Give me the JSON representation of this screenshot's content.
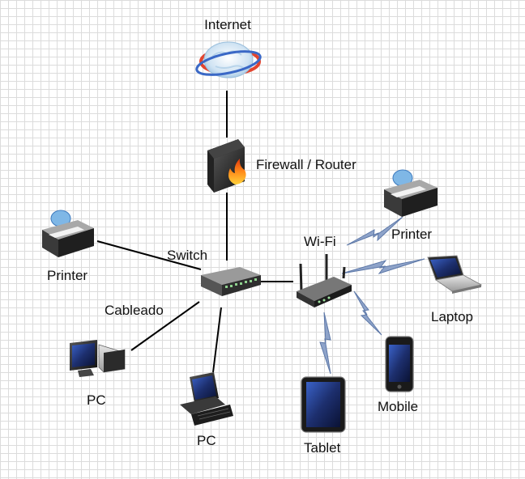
{
  "labels": {
    "internet": "Internet",
    "firewall": "Firewall / Router",
    "switch": "Switch",
    "wifi": "Wi-Fi",
    "printer_wired": "Printer",
    "printer_wireless": "Printer",
    "cableado": "Cableado",
    "laptop": "Laptop",
    "pc_left": "PC",
    "pc_bottom": "PC",
    "mobile": "Mobile",
    "tablet": "Tablet"
  },
  "icons": {
    "internet": "globe-icon",
    "firewall": "firewall-icon",
    "switch": "network-switch-icon",
    "router": "wireless-router-icon",
    "printer": "printer-icon",
    "pc": "desktop-pc-icon",
    "laptop": "laptop-icon",
    "mobile": "mobile-phone-icon",
    "tablet": "tablet-icon"
  }
}
